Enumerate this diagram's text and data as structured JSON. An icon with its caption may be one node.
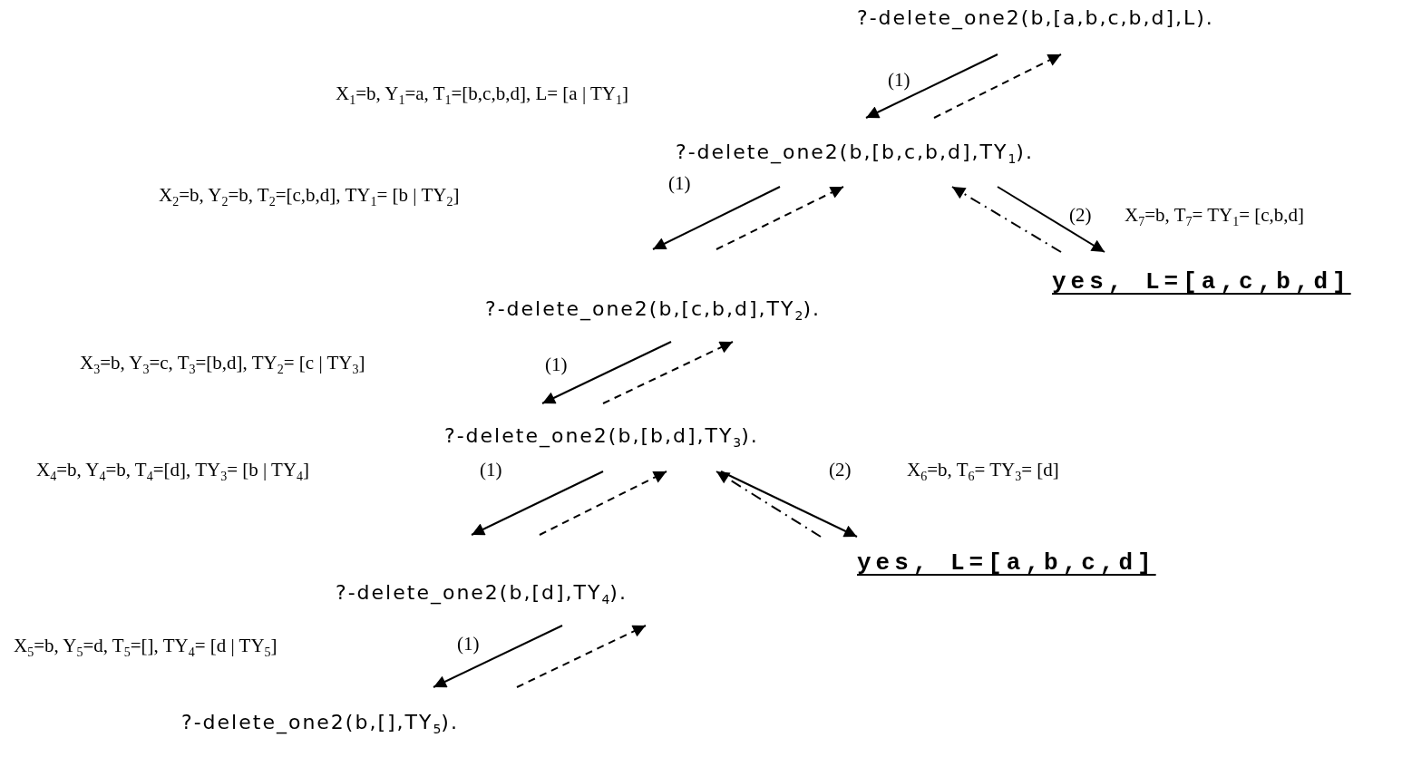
{
  "diagram": {
    "nodes": [
      {
        "text": [
          "?-delete_one2(b,[a,b,c,b,d],L)."
        ]
      },
      {
        "text": [
          "?-delete_one2(b,[b,c,b,d],TY$_{1}$)."
        ]
      },
      {
        "text": [
          "yes, L=[a,c,b,d]"
        ]
      },
      {
        "text": [
          "?-delete_one2(b,[c,b,d],TY$_{2}$)."
        ]
      },
      {
        "text": [
          "?-delete_one2(b,[b,d],TY$_{3}$)."
        ]
      },
      {
        "text": [
          "yes, L=[a,b,c,d]"
        ]
      },
      {
        "text": [
          "?-delete_one2(b,[d],TY$_{4}$)."
        ]
      },
      {
        "text": [
          "?-delete_one2(b,[],TY$_{5}$)."
        ]
      }
    ],
    "edges": [
      {
        "from": 0,
        "to": 1,
        "arrow": "to",
        "label": "(1)"
      },
      {
        "from": 1,
        "to": 0,
        "arrow": "to",
        "style": "dashed"
      },
      {
        "from": 1,
        "to": 3,
        "arrow": "to",
        "label": "(1)"
      },
      {
        "from": 3,
        "to": 1,
        "arrow": "to",
        "style": "dashed"
      },
      {
        "from": 1,
        "to": 2,
        "arrow": "to",
        "label": "(2)"
      },
      {
        "from": 2,
        "to": 1,
        "arrow": "to",
        "style": "dashed"
      },
      {
        "from": 3,
        "to": 4,
        "arrow": "to",
        "label": "(1)"
      },
      {
        "from": 4,
        "to": 3,
        "arrow": "to",
        "style": "dashed"
      },
      {
        "from": 4,
        "to": 6,
        "arrow": "to",
        "label": "(1)"
      },
      {
        "from": 6,
        "to": 4,
        "arrow": "to",
        "style": "dashed"
      },
      {
        "from": 4,
        "to": 5,
        "arrow": "to",
        "label": "(2)"
      },
      {
        "from": 5,
        "to": 4,
        "arrow": "to",
        "style": "dashed"
      },
      {
        "from": 6,
        "to": 7,
        "arrow": "to",
        "label": "(1)"
      },
      {
        "from": 7,
        "to": 6,
        "arrow": "to",
        "style": "dashed"
      }
    ],
    "labels": [
      "X$_{1}$=b, Y$_{1}$=a, T$_{1}$=[b,c,b,d], L= [a | TY$_{1}$]",
      "X$_{2}$=b, Y$_{2}$=b, T$_{2}$=[c,b,d], TY$_{1}$= [b | TY$_{2}$]",
      "X$_{7}$=b, T$_{7}$= TY$_{1}$= [c,b,d]",
      "X$_{3}$=b, Y$_{3}$=c, T$_{3}$=[b,d], TY$_{2}$= [c | TY$_{3}$]",
      "X$_{4}$=b, Y$_{4}$=b, T$_{4}$=[d], TY$_{3}$= [b | TY$_{4}$]",
      "X$_{6}$=b, T$_{6}$= TY$_{3}$= [d]",
      "X$_{5}$=b, Y$_{5}$=d, T$_{5}$=[], TY$_{4}$= [d | TY$_{5}$]"
    ]
  }
}
